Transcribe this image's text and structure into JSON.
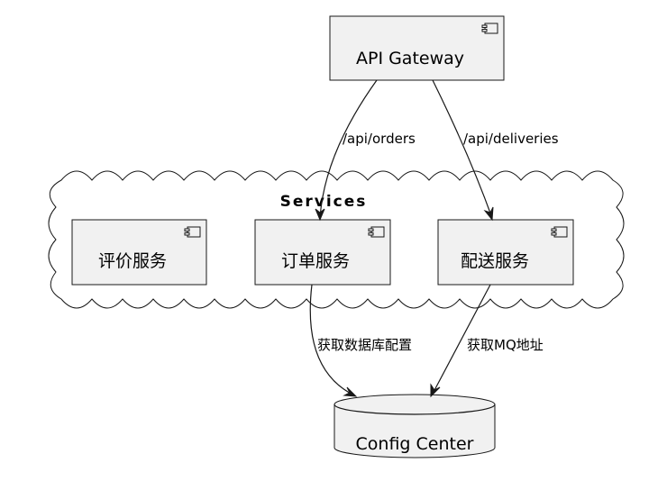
{
  "diagram": {
    "group": {
      "label": "Services"
    },
    "nodes": {
      "gateway": {
        "label": "API Gateway"
      },
      "review": {
        "label": "评价服务"
      },
      "order": {
        "label": "订单服务"
      },
      "delivery": {
        "label": "配送服务"
      },
      "config": {
        "label": "Config Center"
      }
    },
    "edges": {
      "gateway_order": {
        "label": "/api/orders"
      },
      "gateway_delivery": {
        "label": "/api/deliveries"
      },
      "order_config": {
        "label": "获取数据库配置"
      },
      "delivery_config": {
        "label": "获取MQ地址"
      }
    }
  }
}
